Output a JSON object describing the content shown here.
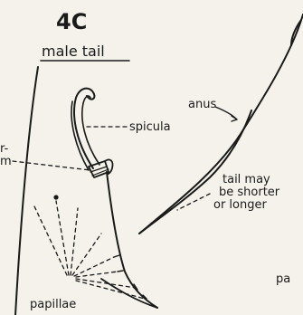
{
  "figure": {
    "number": "4C",
    "title": "male tail"
  },
  "labels": {
    "spicula": "spicula",
    "gubernaculum_partial_line1": "r-",
    "gubernaculum_partial_line2": "m",
    "papillae": "papillae",
    "anus": "anus",
    "tail_note_line1": "tail may",
    "tail_note_line2": "be shorter",
    "tail_note_line3": "or longer",
    "right_partial": "pa"
  }
}
